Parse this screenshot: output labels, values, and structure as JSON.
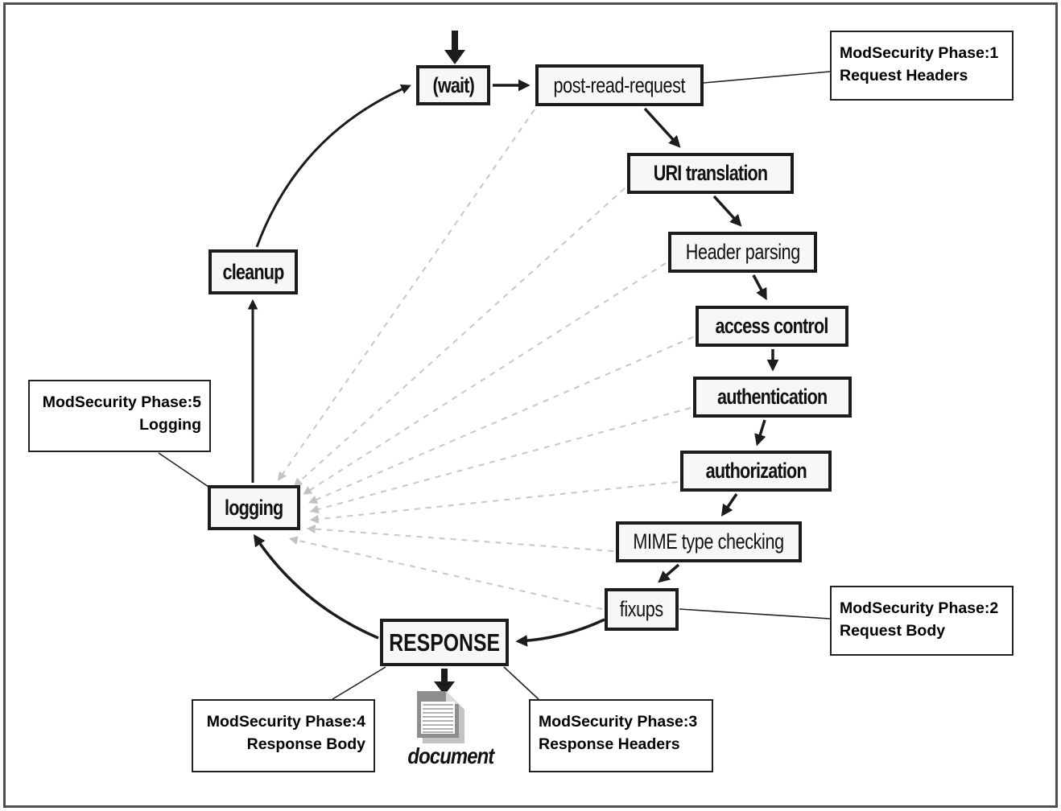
{
  "nodes": {
    "wait": {
      "label": "(wait)"
    },
    "post_read_request": {
      "label": "post-read-request"
    },
    "uri_translation": {
      "label": "URI translation"
    },
    "header_parsing": {
      "label": "Header parsing"
    },
    "access_control": {
      "label": "access control"
    },
    "authentication": {
      "label": "authentication"
    },
    "authorization": {
      "label": "authorization"
    },
    "mime_type_checking": {
      "label": "MIME type checking"
    },
    "fixups": {
      "label": "fixups"
    },
    "response": {
      "label": "RESPONSE"
    },
    "logging": {
      "label": "logging"
    },
    "cleanup": {
      "label": "cleanup"
    }
  },
  "callouts": {
    "phase1": {
      "line1": "ModSecurity Phase:1",
      "line2": "Request Headers"
    },
    "phase2": {
      "line1": "ModSecurity Phase:2",
      "line2": "Request Body"
    },
    "phase3": {
      "line1": "ModSecurity Phase:3",
      "line2": "Response Headers"
    },
    "phase4": {
      "line1": "ModSecurity Phase:4",
      "line2": "Response Body"
    },
    "phase5": {
      "line1": "ModSecurity Phase:5",
      "line2": "Logging"
    }
  },
  "document": {
    "label": "document",
    "icon": "document-icon"
  },
  "colors": {
    "node_border": "#1c1c1c",
    "node_fill": "#f7f7f7",
    "arrow_black": "#1c1c1c",
    "dashed_arrow_gray": "#c7c7c7",
    "callout_border": "#222222",
    "frame_border": "#4f4f4f",
    "background": "#ffffff",
    "document_icon_gray": "#8e8e8e"
  }
}
